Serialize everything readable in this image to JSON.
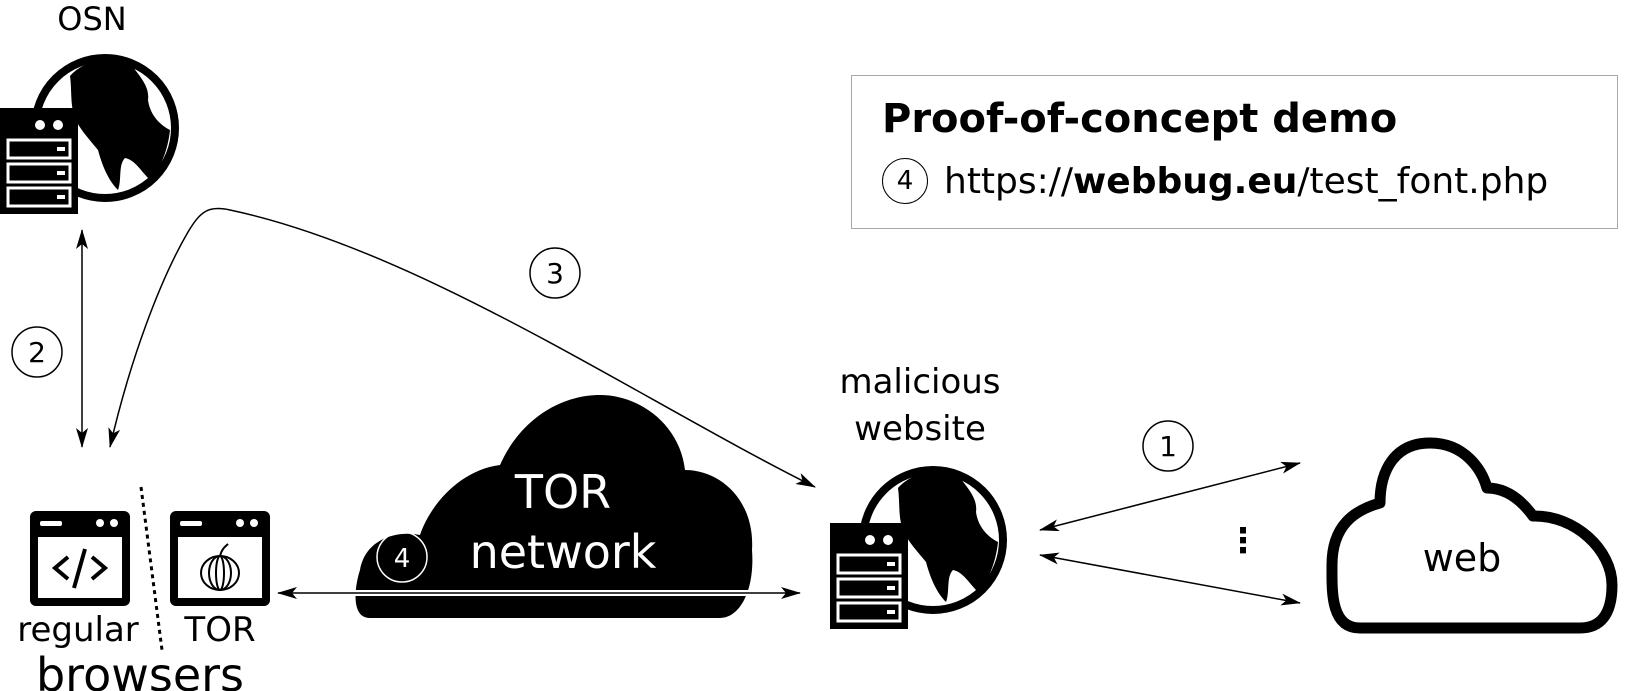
{
  "nodes": {
    "osn": {
      "label": "OSN"
    },
    "browsers": {
      "regular_label": "regular",
      "tor_label": "TOR",
      "group_label": "browsers"
    },
    "tor_network": {
      "line1": "TOR",
      "line2": "network"
    },
    "malicious_website": {
      "line1": "malicious",
      "line2": "website"
    },
    "web": {
      "label": "web"
    }
  },
  "steps": {
    "step1": "1",
    "step2": "2",
    "step3": "3",
    "step4": "4"
  },
  "ellipsis": "⋮",
  "poc": {
    "title": "Proof-of-concept demo",
    "step": "4",
    "url_prefix": "https://",
    "url_domain": "webbug.eu",
    "url_path": "/test_font.php"
  },
  "colors": {
    "ink": "#000000",
    "box_border": "#a8a8a8",
    "background": "#ffffff"
  }
}
